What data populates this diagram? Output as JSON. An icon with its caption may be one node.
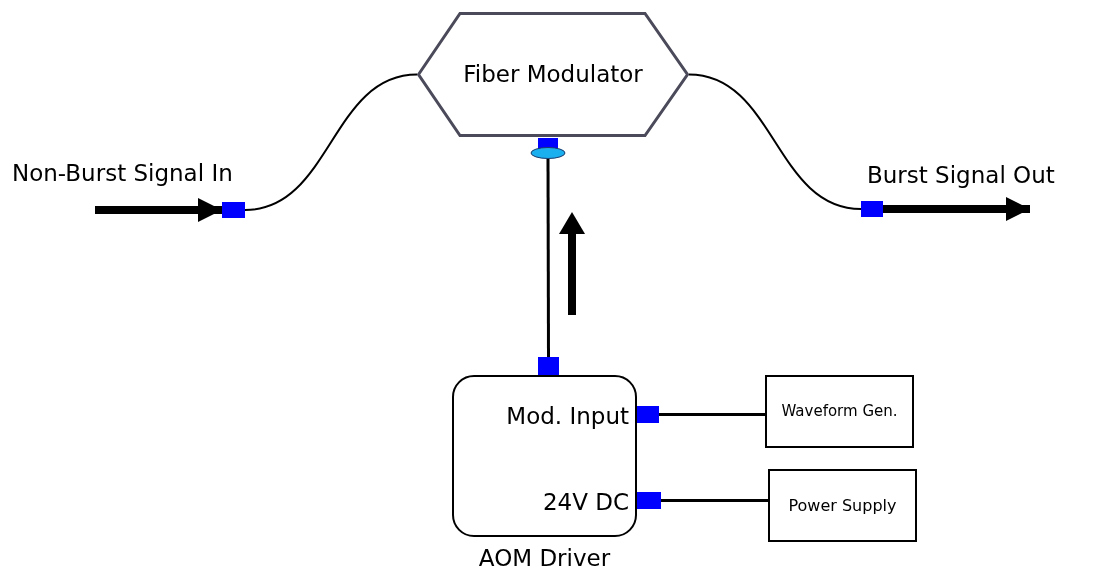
{
  "diagram": {
    "nodes": [
      {
        "text": [
          "Fiber Modulator"
        ]
      },
      {
        "text": [],
        "shape": "box"
      },
      {
        "text": [],
        "shape": "box"
      },
      {
        "text": [
          "Mod. Input",
          "24V DC",
          "AOM Driver"
        ]
      },
      {
        "text": [
          "Waveform Gen."
        ]
      },
      {
        "text": [
          "Power Supply"
        ]
      },
      {
        "text": [],
        "shape": "box"
      },
      {
        "text": [],
        "shape": "box"
      },
      {
        "text": [],
        "shape": "box"
      },
      {
        "text": [],
        "shape": "box"
      }
    ],
    "edges": [
      {
        "from": null,
        "to": 1,
        "arrow": "to",
        "style": "thick"
      },
      {
        "from": 1,
        "to": 0,
        "arrow": "none"
      },
      {
        "from": 0,
        "to": 2,
        "arrow": "none"
      },
      {
        "from": 2,
        "to": null,
        "arrow": "to",
        "style": "thick"
      },
      {
        "from": 7,
        "to": 6,
        "arrow": "none"
      },
      {
        "from": 8,
        "to": 4,
        "arrow": "none"
      },
      {
        "from": 9,
        "to": 5,
        "arrow": "none"
      }
    ],
    "labels": [
      "Non-Burst Signal In",
      "Burst Signal Out"
    ]
  }
}
